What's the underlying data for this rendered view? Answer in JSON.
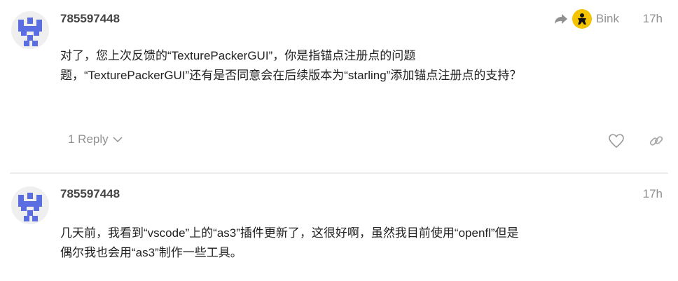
{
  "posts": [
    {
      "username": "785597448",
      "reply_to": "Bink",
      "age": "17h",
      "lines": [
        "对了，您上次反馈的“TexturePackerGUI”，你是指锚点注册点的问题",
        "题，“TexturePackerGUI”还有是否同意会在后续版本为“starling”添加锚点注册点的支持？"
      ],
      "replies_label": "1 Reply"
    },
    {
      "username": "785597448",
      "age": "17h",
      "lines": [
        "几天前，我看到“vscode”上的“as3”插件更新了，这很好啊，虽然我目前使用“openfl”但是",
        "偶尔我也会用“as3”制作一些工具。"
      ]
    }
  ],
  "colors": {
    "identicon": "#5b6ee1",
    "muted": "#919191"
  }
}
